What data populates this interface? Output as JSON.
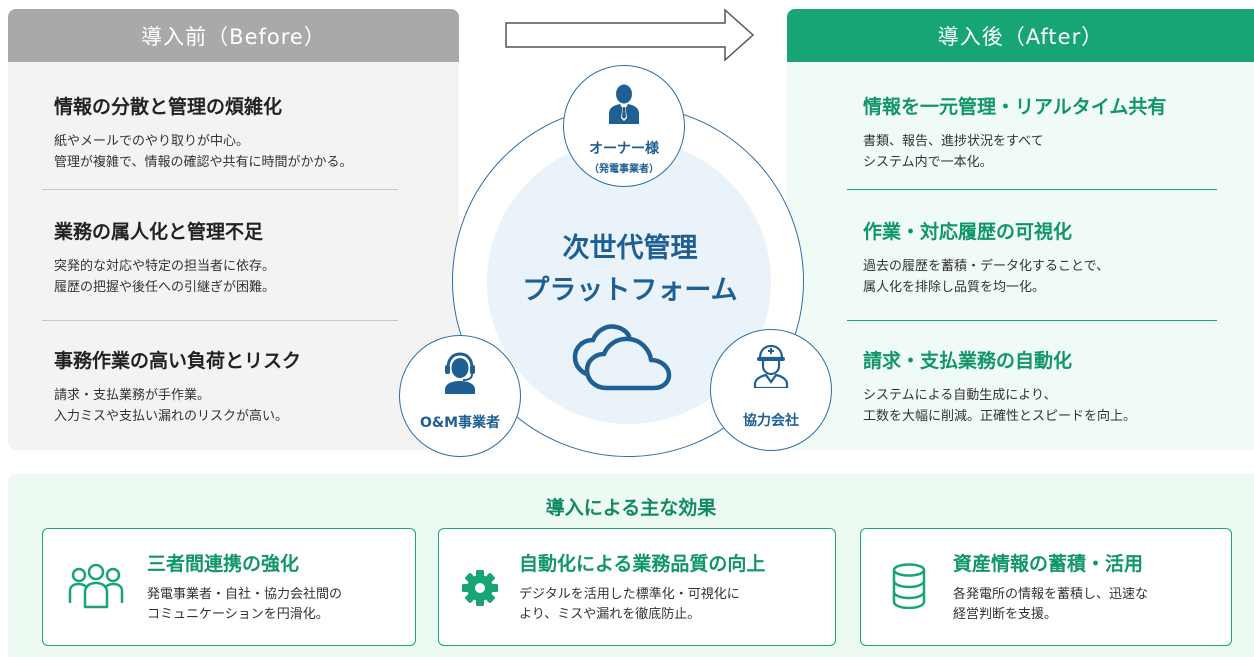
{
  "before": {
    "header": "導入前（Before）",
    "items": [
      {
        "title": "情報の分散と管理の煩雑化",
        "line1": "紙やメールでのやり取りが中心。",
        "line2": "管理が複雑で、情報の確認や共有に時間がかかる。"
      },
      {
        "title": "業務の属人化と管理不足",
        "line1": "突発的な対応や特定の担当者に依存。",
        "line2": "履歴の把握や後任への引継ぎが困難。"
      },
      {
        "title": "事務作業の高い負荷とリスク",
        "line1": "請求・支払業務が手作業。",
        "line2": "入力ミスや支払い漏れのリスクが高い。"
      }
    ]
  },
  "after": {
    "header": "導入後（After）",
    "items": [
      {
        "title": "情報を一元管理・リアルタイム共有",
        "line1": "書類、報告、進捗状況をすべて",
        "line2": "システム内で一本化。"
      },
      {
        "title": "作業・対応履歴の可視化",
        "line1": "過去の履歴を蓄積・データ化することで、",
        "line2": "属人化を排除し品質を均一化。"
      },
      {
        "title": "請求・支払業務の自動化",
        "line1": "システムによる自動生成により、",
        "line2": "工数を大幅に削減。正確性とスピードを向上。"
      }
    ]
  },
  "platform": {
    "title_line1": "次世代管理",
    "title_line2": "プラットフォーム",
    "owner_label": "オーナー様",
    "owner_sub": "（発電事業者）",
    "om_label": "O&M事業者",
    "partner_label": "協力会社"
  },
  "effects": {
    "title": "導入による主な効果",
    "cards": [
      {
        "icon": "people-icon",
        "title": "三者間連携の強化",
        "line1": "発電事業者・自社・協力会社間の",
        "line2": "コミュニケーションを円滑化。"
      },
      {
        "icon": "gear-icon",
        "title": "自動化による業務品質の向上",
        "line1": "デジタルを活用した標準化・可視化に",
        "line2": "より、ミスや漏れを徹底防止。"
      },
      {
        "icon": "database-icon",
        "title": "資産情報の蓄積・活用",
        "line1": "各発電所の情報を蓄積し、迅速な",
        "line2": "経営判断を支援。"
      }
    ]
  },
  "colors": {
    "before_gray": "#a9a9a9",
    "after_green": "#17a477",
    "platform_blue": "#1f5f93",
    "effects_bg": "#edfaf1"
  }
}
